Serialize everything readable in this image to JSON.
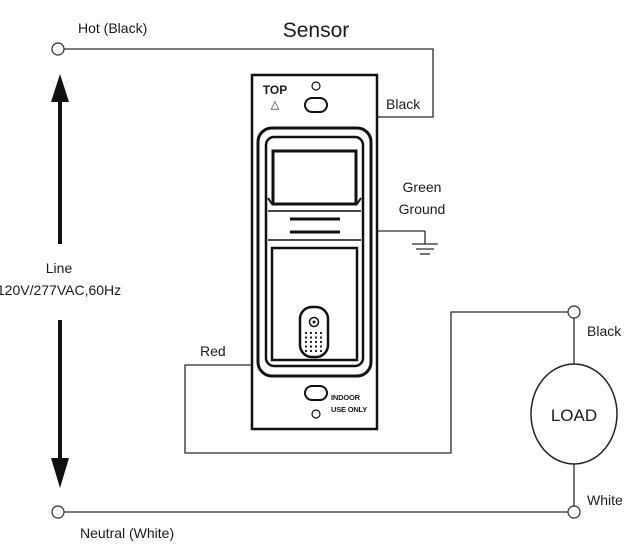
{
  "title": "Sensor",
  "labels": {
    "hot": "Hot (Black)",
    "neutral": "Neutral (White)",
    "line": "Line",
    "line_spec": "120V/277VAC,60Hz",
    "black_top": "Black",
    "green": "Green",
    "ground": "Ground",
    "red": "Red",
    "black_load": "Black",
    "white_load": "White",
    "load": "LOAD"
  },
  "device": {
    "top": "TOP",
    "top_arrow": "△",
    "indoor": "INDOOR",
    "use_only": "USE ONLY"
  },
  "icons": [
    "terminal-circle",
    "ground-symbol",
    "up-arrow",
    "down-arrow",
    "screw-hole"
  ]
}
